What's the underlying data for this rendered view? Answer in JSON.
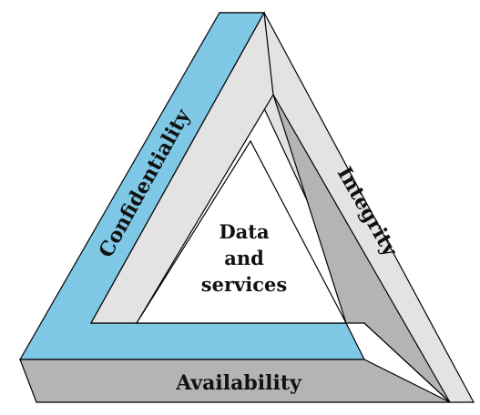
{
  "diagram": {
    "labels": {
      "confidentiality": "Confidentiality",
      "integrity": "Integrity",
      "availability": "Availability"
    },
    "center": {
      "line1": "Data",
      "line2": "and",
      "line3": "services"
    },
    "colors": {
      "confidentiality_face": "#7ec8e6",
      "light_face": "#e3e3e3",
      "dark_face": "#b4b4b4",
      "center_fill": "#ffffff",
      "outline": "#000000"
    }
  }
}
